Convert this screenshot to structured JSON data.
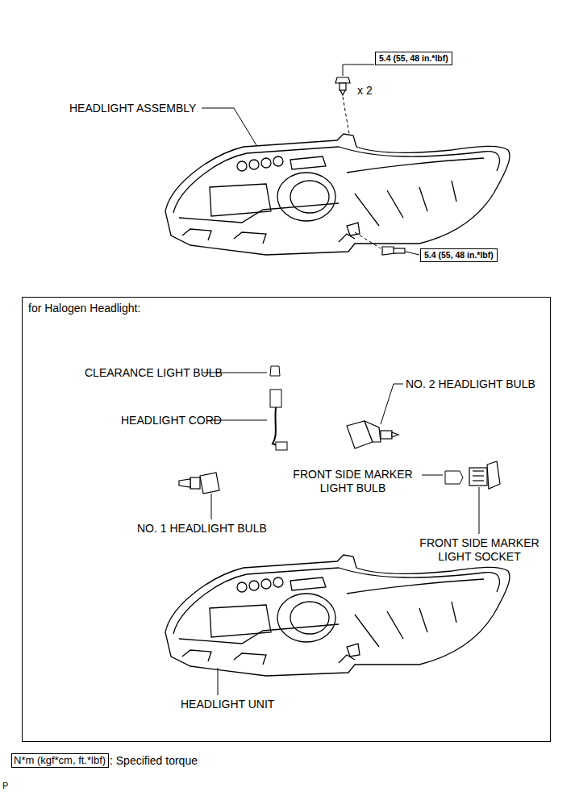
{
  "diagram": {
    "nodes": [
      {
        "text": [
          "5.4 (55, 48 in.*lbf)"
        ]
      },
      {
        "text": [
          "5.4 (55, 48 in.*lbf)"
        ]
      },
      {
        "text": [
          "for Halogen Headlight:"
        ]
      },
      {
        "text": [
          "N*m (kgf*cm, ft.*lbf)"
        ]
      }
    ],
    "labels": [
      "x 2",
      "HEADLIGHT ASSEMBLY",
      "CLEARANCE LIGHT BULB",
      "HEADLIGHT CORD",
      "NO. 2 HEADLIGHT BULB",
      "FRONT SIDE MARKER LIGHT BULB",
      "NO. 1 HEADLIGHT BULB",
      "FRONT SIDE MARKER LIGHT SOCKET",
      "HEADLIGHT UNIT",
      ": Specified torque",
      "P"
    ]
  }
}
